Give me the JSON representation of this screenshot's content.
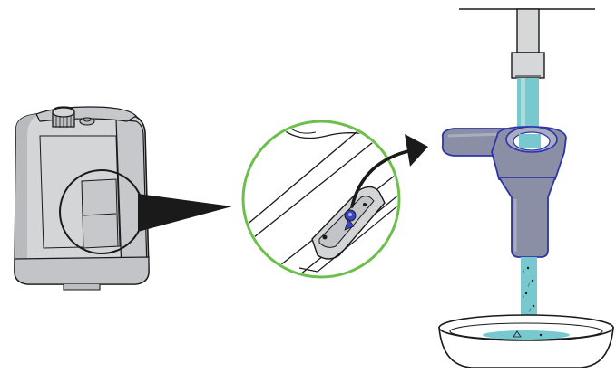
{
  "colors": {
    "outline": "#1a1a1a",
    "device_body": "#d4d5d7",
    "device_shadow": "#b9babd",
    "device_top": "#c7c8cb",
    "magnifier_ring": "#6cbf4a",
    "water": "#78c9cf",
    "water_light": "#a6dde1",
    "tool_fill": "#8b8fa6",
    "tool_light": "#a9adc0",
    "tool_outline": "#2e35a8",
    "highlight_blue": "#3a45c4",
    "faucet": "#d6d7d9",
    "pointer": "#1a1a1a"
  },
  "icons": {
    "device": "water-filter-device-icon",
    "magnifier": "magnifier-detail-icon",
    "arrow": "curved-arrow-icon",
    "faucet": "faucet-icon",
    "tool": "cleaning-tool-icon",
    "bowl": "bowl-icon"
  },
  "steps": [
    {
      "id": "locate",
      "description_icon": "water-filter-device-icon"
    },
    {
      "id": "detail",
      "description_icon": "magnifier-detail-icon"
    },
    {
      "id": "rinse",
      "description_icon": "faucet-icon"
    }
  ]
}
